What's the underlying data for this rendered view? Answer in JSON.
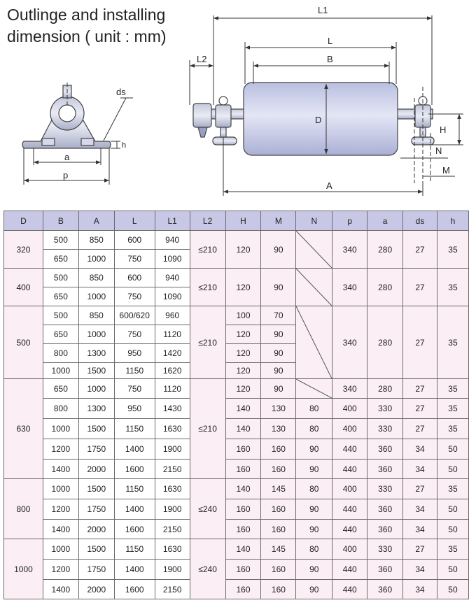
{
  "title": {
    "line1": "Outlinge and installing",
    "line2": "dimension ( unit : mm)"
  },
  "diagram": {
    "labels": {
      "ds": "ds",
      "h": "h",
      "a": "a",
      "p": "p",
      "L1": "L1",
      "L": "L",
      "L2": "L2",
      "B": "B",
      "D": "D",
      "H": "H",
      "N": "N",
      "M": "M",
      "A": "A"
    }
  },
  "table": {
    "headers": [
      "D",
      "B",
      "A",
      "L",
      "L1",
      "L2",
      "H",
      "M",
      "N",
      "p",
      "a",
      "ds",
      "h"
    ],
    "groups": [
      {
        "D": "320",
        "L2": "≤210",
        "rows": [
          [
            "500",
            "850",
            "600",
            "940"
          ],
          [
            "650",
            "1000",
            "750",
            "1090"
          ]
        ],
        "H": [
          {
            "v": "120",
            "span": 2
          }
        ],
        "M": [
          {
            "v": "90",
            "span": 2
          }
        ],
        "N": [
          {
            "v": "",
            "span": 2,
            "slash": true
          }
        ],
        "p": [
          {
            "v": "340",
            "span": 2
          }
        ],
        "a": [
          {
            "v": "280",
            "span": 2
          }
        ],
        "ds": [
          {
            "v": "27",
            "span": 2
          }
        ],
        "h": [
          {
            "v": "35",
            "span": 2
          }
        ]
      },
      {
        "D": "400",
        "L2": "≤210",
        "rows": [
          [
            "500",
            "850",
            "600",
            "940"
          ],
          [
            "650",
            "1000",
            "750",
            "1090"
          ]
        ],
        "H": [
          {
            "v": "120",
            "span": 2
          }
        ],
        "M": [
          {
            "v": "90",
            "span": 2
          }
        ],
        "N": [
          {
            "v": "",
            "span": 2,
            "slash": true
          }
        ],
        "p": [
          {
            "v": "340",
            "span": 2
          }
        ],
        "a": [
          {
            "v": "280",
            "span": 2
          }
        ],
        "ds": [
          {
            "v": "27",
            "span": 2
          }
        ],
        "h": [
          {
            "v": "35",
            "span": 2
          }
        ]
      },
      {
        "D": "500",
        "L2": "≤210",
        "rows": [
          [
            "500",
            "850",
            "600/620",
            "960"
          ],
          [
            "650",
            "1000",
            "750",
            "1120"
          ],
          [
            "800",
            "1300",
            "950",
            "1420"
          ],
          [
            "1000",
            "1500",
            "1150",
            "1620"
          ]
        ],
        "H": [
          {
            "v": "100",
            "span": 1
          },
          {
            "v": "120",
            "span": 1
          },
          {
            "v": "120",
            "span": 1
          },
          {
            "v": "120",
            "span": 1
          }
        ],
        "M": [
          {
            "v": "70",
            "span": 1
          },
          {
            "v": "90",
            "span": 1
          },
          {
            "v": "90",
            "span": 1
          },
          {
            "v": "90",
            "span": 1
          }
        ],
        "N": [
          {
            "v": "",
            "span": 4,
            "slash": true
          }
        ],
        "p": [
          {
            "v": "340",
            "span": 4
          }
        ],
        "a": [
          {
            "v": "280",
            "span": 4
          }
        ],
        "ds": [
          {
            "v": "27",
            "span": 4
          }
        ],
        "h": [
          {
            "v": "35",
            "span": 4
          }
        ]
      },
      {
        "D": "630",
        "L2": "≤210",
        "rows": [
          [
            "650",
            "1000",
            "750",
            "1120"
          ],
          [
            "800",
            "1300",
            "950",
            "1430"
          ],
          [
            "1000",
            "1500",
            "1150",
            "1630"
          ],
          [
            "1200",
            "1750",
            "1400",
            "1900"
          ],
          [
            "1400",
            "2000",
            "1600",
            "2150"
          ]
        ],
        "H": [
          {
            "v": "120",
            "span": 1
          },
          {
            "v": "140",
            "span": 1
          },
          {
            "v": "140",
            "span": 1
          },
          {
            "v": "160",
            "span": 1
          },
          {
            "v": "160",
            "span": 1
          }
        ],
        "M": [
          {
            "v": "90",
            "span": 1
          },
          {
            "v": "130",
            "span": 1
          },
          {
            "v": "130",
            "span": 1
          },
          {
            "v": "160",
            "span": 1
          },
          {
            "v": "160",
            "span": 1
          }
        ],
        "N": [
          {
            "v": "",
            "span": 1,
            "slash": true
          },
          {
            "v": "80",
            "span": 1
          },
          {
            "v": "80",
            "span": 1
          },
          {
            "v": "90",
            "span": 1
          },
          {
            "v": "90",
            "span": 1
          }
        ],
        "p": [
          {
            "v": "340",
            "span": 1
          },
          {
            "v": "400",
            "span": 1
          },
          {
            "v": "400",
            "span": 1
          },
          {
            "v": "440",
            "span": 1
          },
          {
            "v": "440",
            "span": 1
          }
        ],
        "a": [
          {
            "v": "280",
            "span": 1
          },
          {
            "v": "330",
            "span": 1
          },
          {
            "v": "330",
            "span": 1
          },
          {
            "v": "360",
            "span": 1
          },
          {
            "v": "360",
            "span": 1
          }
        ],
        "ds": [
          {
            "v": "27",
            "span": 1
          },
          {
            "v": "27",
            "span": 1
          },
          {
            "v": "27",
            "span": 1
          },
          {
            "v": "34",
            "span": 1
          },
          {
            "v": "34",
            "span": 1
          }
        ],
        "h": [
          {
            "v": "35",
            "span": 1
          },
          {
            "v": "35",
            "span": 1
          },
          {
            "v": "35",
            "span": 1
          },
          {
            "v": "50",
            "span": 1
          },
          {
            "v": "50",
            "span": 1
          }
        ]
      },
      {
        "D": "800",
        "L2": "≤240",
        "rows": [
          [
            "1000",
            "1500",
            "1150",
            "1630"
          ],
          [
            "1200",
            "1750",
            "1400",
            "1900"
          ],
          [
            "1400",
            "2000",
            "1600",
            "2150"
          ]
        ],
        "H": [
          {
            "v": "140",
            "span": 1
          },
          {
            "v": "160",
            "span": 1
          },
          {
            "v": "160",
            "span": 1
          }
        ],
        "M": [
          {
            "v": "145",
            "span": 1
          },
          {
            "v": "160",
            "span": 1
          },
          {
            "v": "160",
            "span": 1
          }
        ],
        "N": [
          {
            "v": "80",
            "span": 1
          },
          {
            "v": "90",
            "span": 1
          },
          {
            "v": "90",
            "span": 1
          }
        ],
        "p": [
          {
            "v": "400",
            "span": 1
          },
          {
            "v": "440",
            "span": 1
          },
          {
            "v": "440",
            "span": 1
          }
        ],
        "a": [
          {
            "v": "330",
            "span": 1
          },
          {
            "v": "360",
            "span": 1
          },
          {
            "v": "360",
            "span": 1
          }
        ],
        "ds": [
          {
            "v": "27",
            "span": 1
          },
          {
            "v": "34",
            "span": 1
          },
          {
            "v": "34",
            "span": 1
          }
        ],
        "h": [
          {
            "v": "35",
            "span": 1
          },
          {
            "v": "50",
            "span": 1
          },
          {
            "v": "50",
            "span": 1
          }
        ]
      },
      {
        "D": "1000",
        "L2": "≤240",
        "rows": [
          [
            "1000",
            "1500",
            "1150",
            "1630"
          ],
          [
            "1200",
            "1750",
            "1400",
            "1900"
          ],
          [
            "1400",
            "2000",
            "1600",
            "2150"
          ]
        ],
        "H": [
          {
            "v": "140",
            "span": 1
          },
          {
            "v": "160",
            "span": 1
          },
          {
            "v": "160",
            "span": 1
          }
        ],
        "M": [
          {
            "v": "145",
            "span": 1
          },
          {
            "v": "160",
            "span": 1
          },
          {
            "v": "160",
            "span": 1
          }
        ],
        "N": [
          {
            "v": "80",
            "span": 1
          },
          {
            "v": "90",
            "span": 1
          },
          {
            "v": "90",
            "span": 1
          }
        ],
        "p": [
          {
            "v": "400",
            "span": 1
          },
          {
            "v": "440",
            "span": 1
          },
          {
            "v": "440",
            "span": 1
          }
        ],
        "a": [
          {
            "v": "330",
            "span": 1
          },
          {
            "v": "360",
            "span": 1
          },
          {
            "v": "360",
            "span": 1
          }
        ],
        "ds": [
          {
            "v": "27",
            "span": 1
          },
          {
            "v": "34",
            "span": 1
          },
          {
            "v": "34",
            "span": 1
          }
        ],
        "h": [
          {
            "v": "35",
            "span": 1
          },
          {
            "v": "50",
            "span": 1
          },
          {
            "v": "50",
            "span": 1
          }
        ]
      }
    ]
  }
}
